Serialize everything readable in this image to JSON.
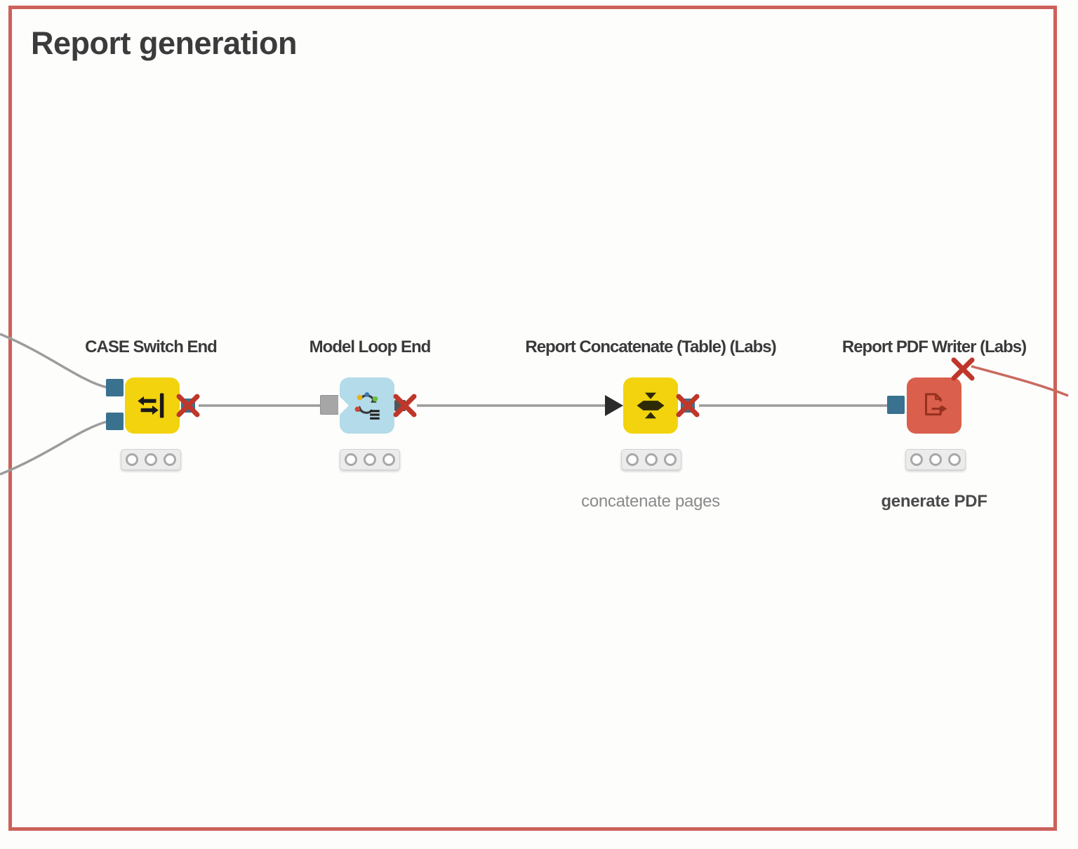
{
  "annotation": {
    "title": "Report generation",
    "border_color": "#cb6159"
  },
  "nodes": [
    {
      "name": "CASE Switch End",
      "comment": "",
      "body_color": "#f2d30e",
      "icon": "case-switch-end-icon",
      "status_lights": [
        "off",
        "off",
        "off"
      ],
      "output_marker": "missing-connection-x"
    },
    {
      "name": "Model Loop End",
      "comment": "",
      "body_color": "#b3dbe9",
      "icon": "model-loop-end-icon",
      "status_lights": [
        "off",
        "off",
        "off"
      ],
      "output_marker": "missing-connection-x"
    },
    {
      "name": "Report Concatenate (Table) (Labs)",
      "comment": "concatenate pages",
      "body_color": "#f2d30e",
      "icon": "concatenate-icon",
      "status_lights": [
        "off",
        "off",
        "off"
      ],
      "output_marker": "missing-connection-x"
    },
    {
      "name": "Report PDF Writer (Labs)",
      "comment": "generate PDF",
      "body_color": "#da5f4c",
      "icon": "pdf-export-icon",
      "status_lights": [
        "off",
        "off",
        "off"
      ],
      "output_marker": "missing-connection-x"
    }
  ],
  "connections": [
    {
      "from": "off-canvas-left",
      "to": "CASE Switch End input 1",
      "color": "gray"
    },
    {
      "from": "off-canvas-left",
      "to": "CASE Switch End input 2",
      "color": "gray"
    },
    {
      "from": "CASE Switch End output",
      "to": "Model Loop End input",
      "color": "gray"
    },
    {
      "from": "Model Loop End output",
      "to": "Report Concatenate (Table) (Labs) input",
      "color": "gray"
    },
    {
      "from": "Report Concatenate (Table) (Labs) output",
      "to": "Report PDF Writer (Labs) input",
      "color": "gray"
    },
    {
      "from": "Report PDF Writer (Labs) flow-variable output",
      "to": "off-canvas-right",
      "color": "red"
    }
  ],
  "colors": {
    "node_yellow": "#f2d30e",
    "node_blue": "#b3dbe9",
    "node_red": "#da5f4c",
    "port_blue": "#39718f",
    "port_gray": "#a6a6a6",
    "wire_gray": "#9c9c9c",
    "wire_red": "#c96a5f",
    "x_red": "#bf372a",
    "annotation_border": "#cb6159",
    "title_text": "#3b3b3b",
    "comment_gray": "#8a8a8a",
    "comment_dark": "#4a4a4a"
  }
}
